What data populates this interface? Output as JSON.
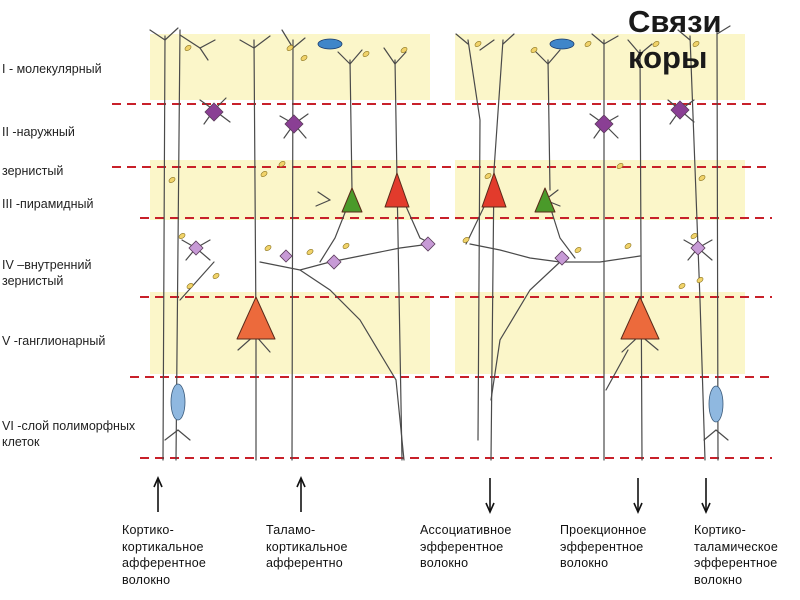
{
  "title": "Связи коры",
  "layers": [
    "I - молекулярный",
    "II -наружный",
    "зернистый",
    "III -пирамидный",
    "IV –внутренний зернистый",
    "V -ганглионарный",
    "VI -слой полиморфных клеток"
  ],
  "fibers": [
    {
      "label": "Кортико-кортикальное афферентное волокно",
      "direction": "up"
    },
    {
      "label": "Таламо-кортикальное афферентно",
      "direction": "up"
    },
    {
      "label": "Ассоциативное эфферентное волокно",
      "direction": "down"
    },
    {
      "label": "Проекционное эфферентное волокно",
      "direction": "down"
    },
    {
      "label": "Кортико-таламическое эфферентное волокно",
      "direction": "down"
    }
  ],
  "colors": {
    "band": "#fbf6c9",
    "dashed_line": "#c8202a",
    "pyramidal_large": "#ec6a3c",
    "pyramidal_medium": "#e23b2c",
    "pyramidal_small": "#4a9a2a",
    "stellate": "#c79ad6",
    "stellate_dark": "#8a3f94",
    "spindle": "#8fb8e0",
    "horizontal": "#3f86c9",
    "granule": "#f1d36a"
  }
}
